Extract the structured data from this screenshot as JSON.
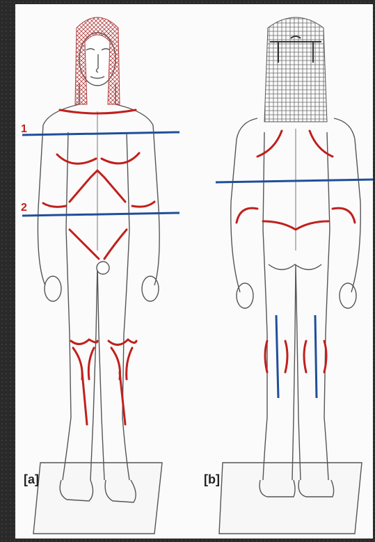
{
  "panel_a": {
    "label": "[a]",
    "line_1": "1",
    "line_2": "2"
  },
  "panel_b": {
    "label": "[b]"
  },
  "colors": {
    "outline": "#555555",
    "red": "#c0201c",
    "blue": "#1f4f9a",
    "paper": "#fbfbfb",
    "hair": "#b34040"
  }
}
